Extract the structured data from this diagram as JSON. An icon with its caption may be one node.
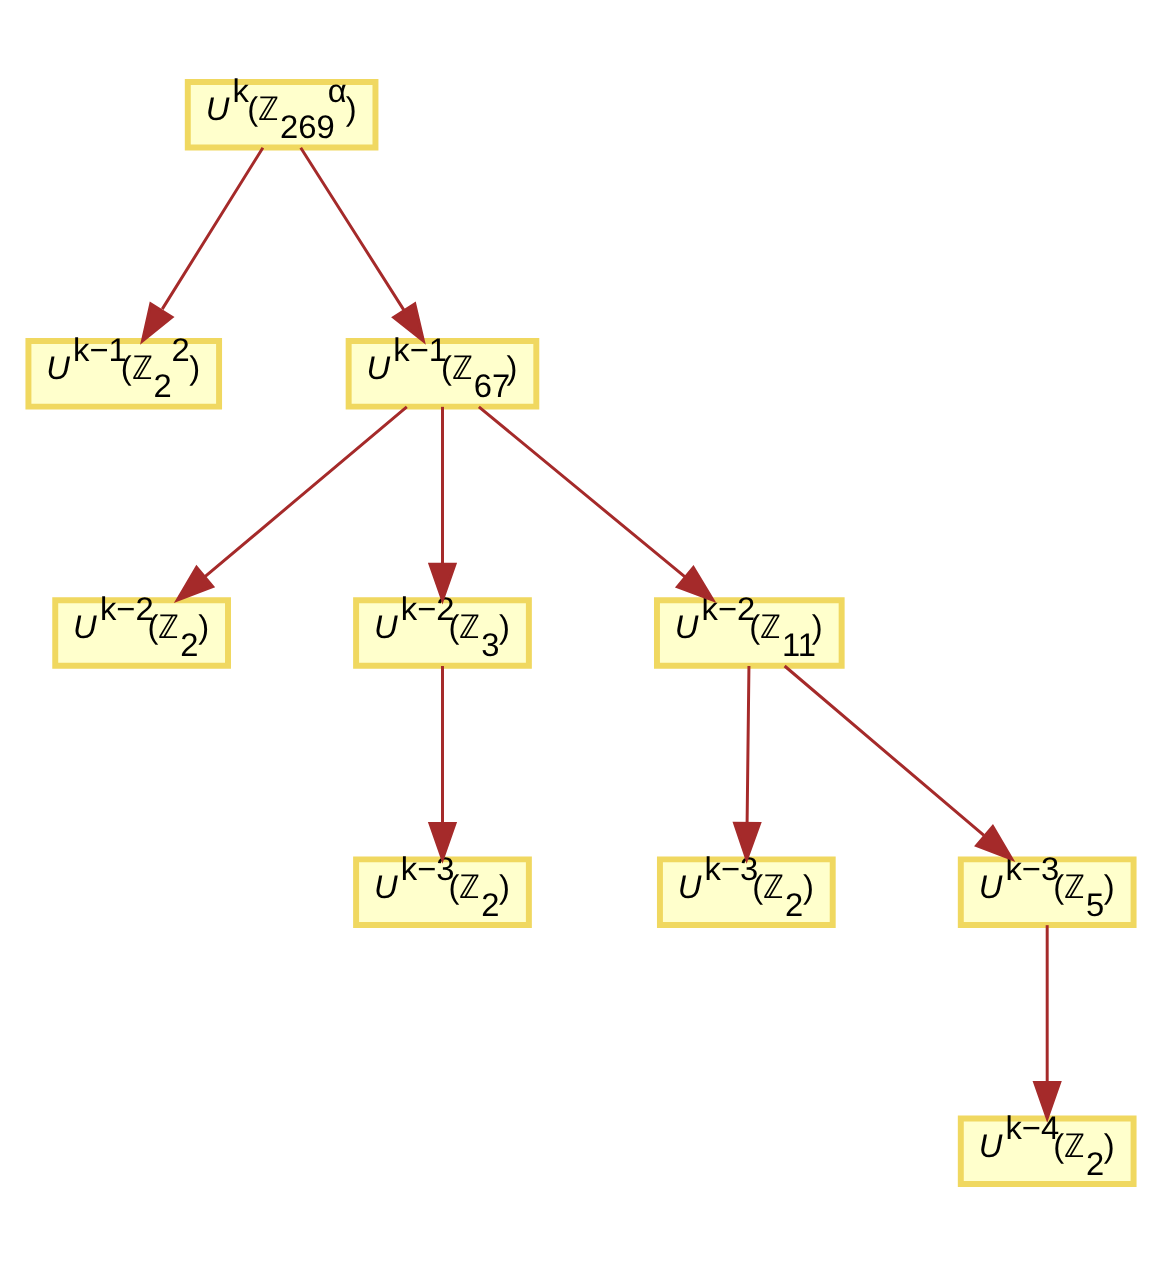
{
  "diagram": {
    "nodes": [
      {
        "text": [
          "*U*$^{k}$(ℤ$_{269}$$^{α}$)"
        ]
      },
      {
        "text": [
          "*U*$^{k−1}$(ℤ$_{2}$$^{2}$)"
        ]
      },
      {
        "text": [
          "*U*$^{k−1}$(ℤ$_{67}$)"
        ]
      },
      {
        "text": [
          "*U*$^{k−2}$(ℤ$_{2}$)"
        ]
      },
      {
        "text": [
          "*U*$^{k−2}$(ℤ$_{3}$)"
        ]
      },
      {
        "text": [
          "*U*$^{k−2}$(ℤ$_{11}$)"
        ]
      },
      {
        "text": [
          "*U*$^{k−3}$(ℤ$_{2}$)"
        ]
      },
      {
        "text": [
          "*U*$^{k−3}$(ℤ$_{2}$)"
        ]
      },
      {
        "text": [
          "*U*$^{k−3}$(ℤ$_{5}$)"
        ]
      },
      {
        "text": [
          "*U*$^{k−4}$(ℤ$_{2}$)"
        ]
      }
    ],
    "edges": [
      {
        "from": 0,
        "to": 1,
        "arrow": "to"
      },
      {
        "from": 0,
        "to": 2,
        "arrow": "to"
      },
      {
        "from": 2,
        "to": 3,
        "arrow": "to"
      },
      {
        "from": 2,
        "to": 4,
        "arrow": "to"
      },
      {
        "from": 2,
        "to": 5,
        "arrow": "to"
      },
      {
        "from": 4,
        "to": 6,
        "arrow": "to"
      },
      {
        "from": 5,
        "to": 7,
        "arrow": "to"
      },
      {
        "from": 5,
        "to": 8,
        "arrow": "to"
      },
      {
        "from": 8,
        "to": 9,
        "arrow": "to"
      }
    ]
  }
}
